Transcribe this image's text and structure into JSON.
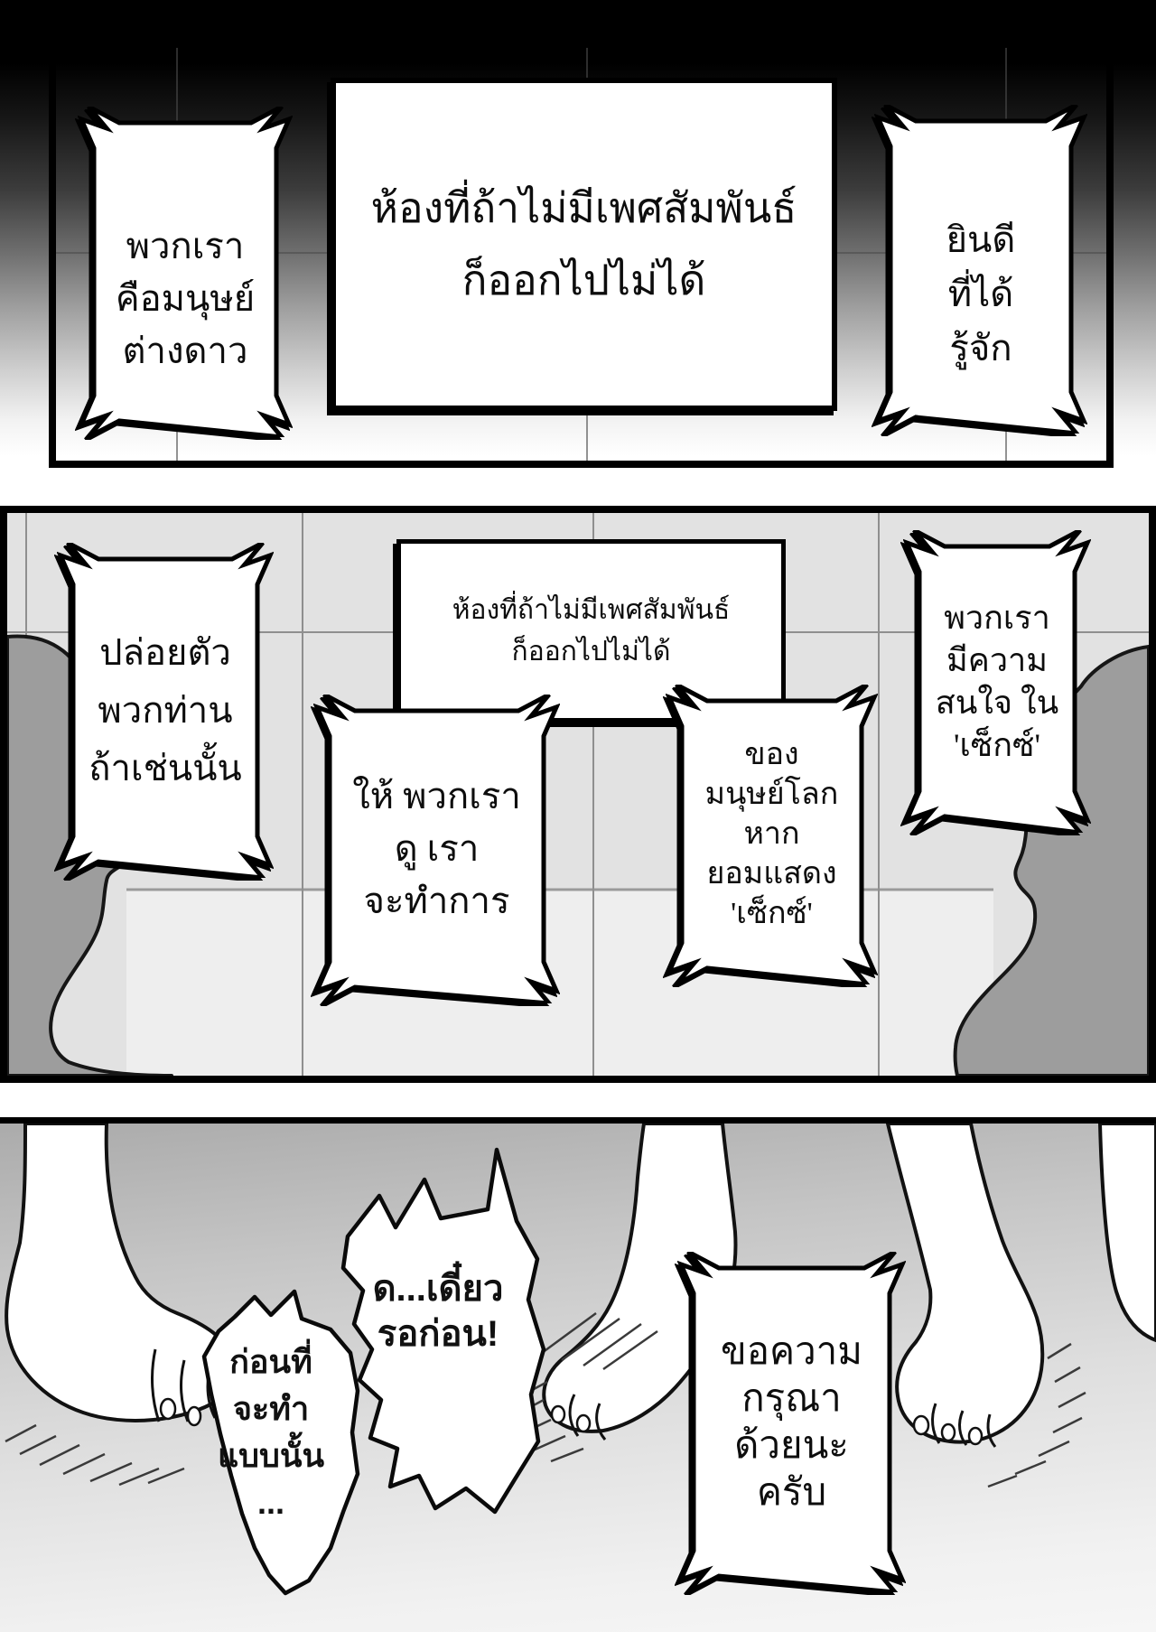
{
  "colors": {
    "ink": "#000000",
    "bubble_fill": "#ffffff",
    "wall_gray": "#e2e2e2",
    "floor_gray": "#eeeeee",
    "alien_silhouette": "#9d9d9d",
    "panel3_top_gray": "#ababab"
  },
  "panel1": {
    "bubbles": [
      {
        "id": "aliens-intro",
        "text": "พวกเรา\nคือมนุษย์\nต่างดาว"
      },
      {
        "id": "room-caption",
        "text": "ห้องที่ถ้าไม่มีเพศสัมพันธ์\nก็ออกไปไม่ได้"
      },
      {
        "id": "nice-to-meet",
        "text": "ยินดี\nที่ได้\nรู้จัก"
      }
    ]
  },
  "panel2": {
    "bubbles": [
      {
        "id": "release-you",
        "text": "ปล่อยตัว\nพวกท่าน\nถ้าเช่นนั้น"
      },
      {
        "id": "room-caption-2",
        "text": "ห้องที่ถ้าไม่มีเพศสัมพันธ์\nก็ออกไปไม่ได้"
      },
      {
        "id": "show-us",
        "text": "ให้ พวกเรา\nดู เรา\nจะทำการ"
      },
      {
        "id": "of-earthlings",
        "text": "ของ\nมนุษย์โลก\nหาก\nยอมแสดง\n'เซ็กซ์'"
      },
      {
        "id": "interested-in",
        "text": "พวกเรา\nมีความ\nสนใจ ใน\n'เซ็กซ์'"
      }
    ]
  },
  "panel3": {
    "bubbles": [
      {
        "id": "before-that",
        "text": "ก่อนที่\nจะทำ\nแบบนั้น\n..."
      },
      {
        "id": "wait-a-moment",
        "text": "ด...เดี๋ยว\nรอก่อน!"
      },
      {
        "id": "please-kindly",
        "text": "ขอความ\nกรุณา\nด้วยนะ\nครับ"
      }
    ]
  }
}
